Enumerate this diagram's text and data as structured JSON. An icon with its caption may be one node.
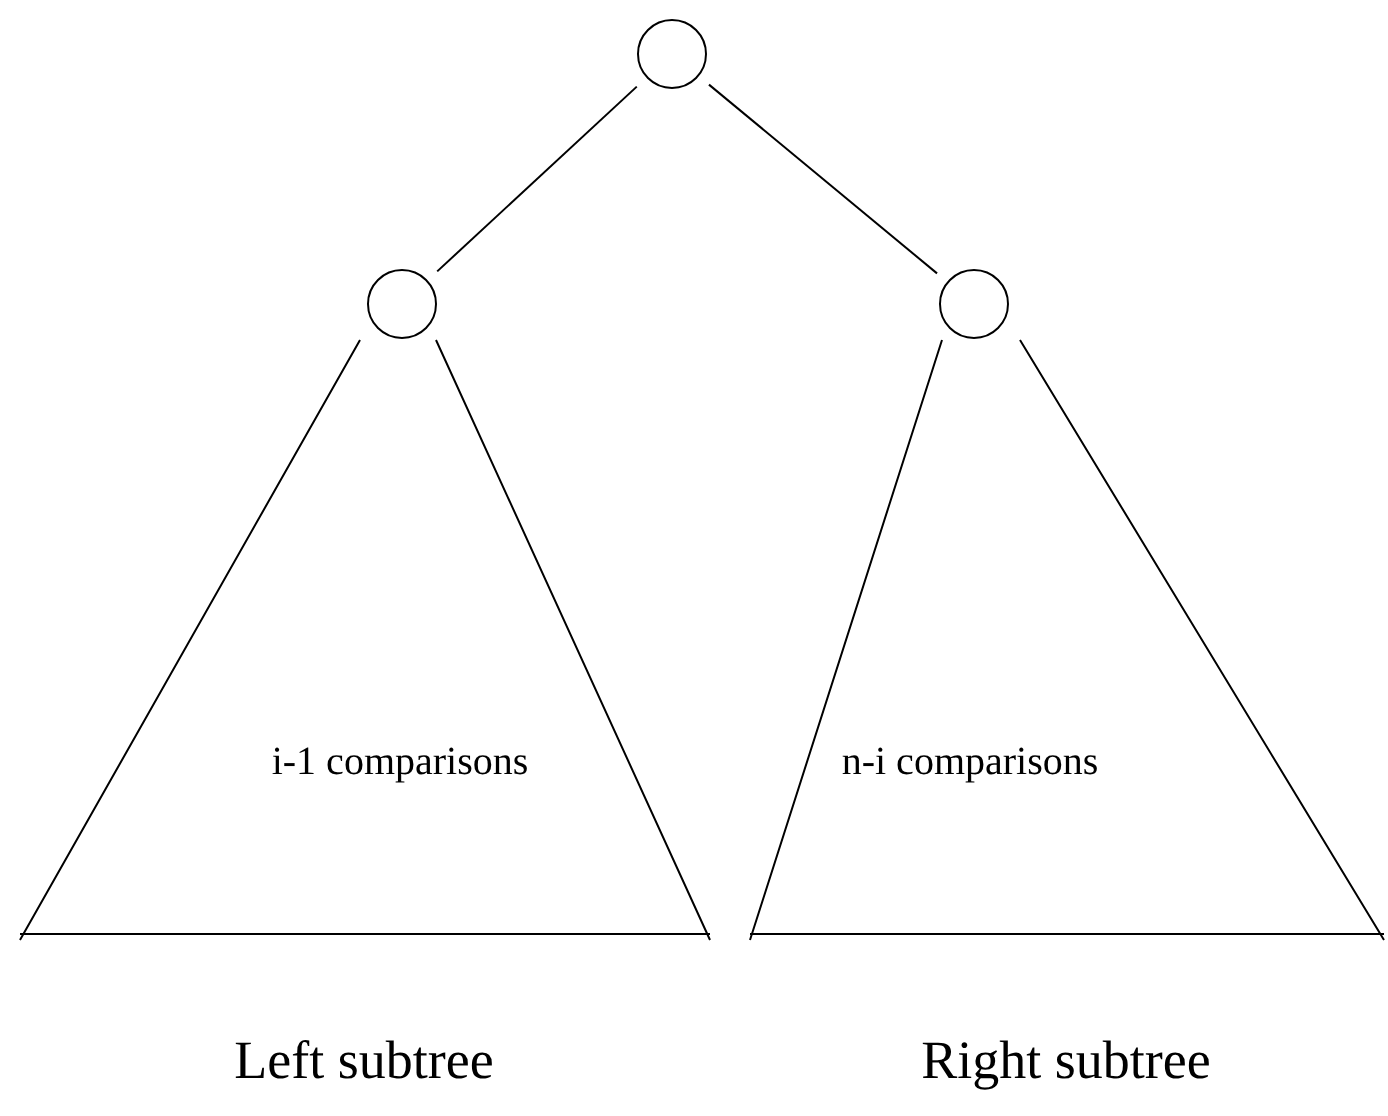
{
  "diagram": {
    "nodes": [
      {
        "text": [],
        "shape": "circle"
      },
      {
        "text": [],
        "shape": "circle"
      },
      {
        "text": [],
        "shape": "circle"
      },
      {
        "text": [
          "i-1 comparisons"
        ],
        "beside": [
          "Left subtree"
        ]
      },
      {
        "text": [
          "n-i comparisons"
        ],
        "beside": [
          "Right subtree"
        ]
      }
    ],
    "edges": [
      {
        "from": 0,
        "to": 1,
        "arrow": "none"
      },
      {
        "from": 0,
        "to": 2,
        "arrow": "none"
      }
    ]
  }
}
